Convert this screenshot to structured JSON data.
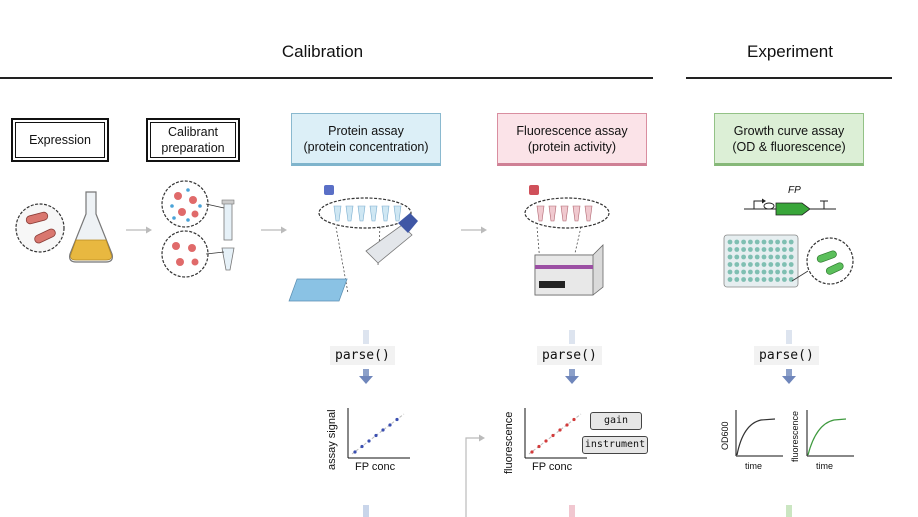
{
  "sections": {
    "calibration": "Calibration",
    "experiment": "Experiment"
  },
  "steps": {
    "expression": "Expression",
    "calibrant": "Calibrant\npreparation",
    "protein_assay": "Protein assay\n(protein concentration)",
    "fluorescence_assay": "Fluorescence assay\n(protein activity)",
    "growth_assay": "Growth curve assay\n(OD & fluorescence)"
  },
  "parse_label": "parse()",
  "plots": {
    "protein": {
      "ylabel": "assay signal",
      "xlabel": "FP conc"
    },
    "fluorescence": {
      "ylabel": "fluorescence",
      "xlabel": "FP conc"
    },
    "od": {
      "ylabel": "OD600",
      "xlabel": "time"
    },
    "growth_fluor": {
      "ylabel": "fluorescence",
      "xlabel": "time"
    }
  },
  "tags": {
    "gain": "gain",
    "instrument": "instrument"
  },
  "construct_label": "FP",
  "colors": {
    "blue_box": "#dceff7",
    "pink_box": "#fbe3e8",
    "green_box": "#dcefd6",
    "blue_points": "#3b4fb0",
    "red_points": "#d23b3b",
    "green_curve": "#3f9a3f",
    "arrow": "#7f93bf"
  }
}
